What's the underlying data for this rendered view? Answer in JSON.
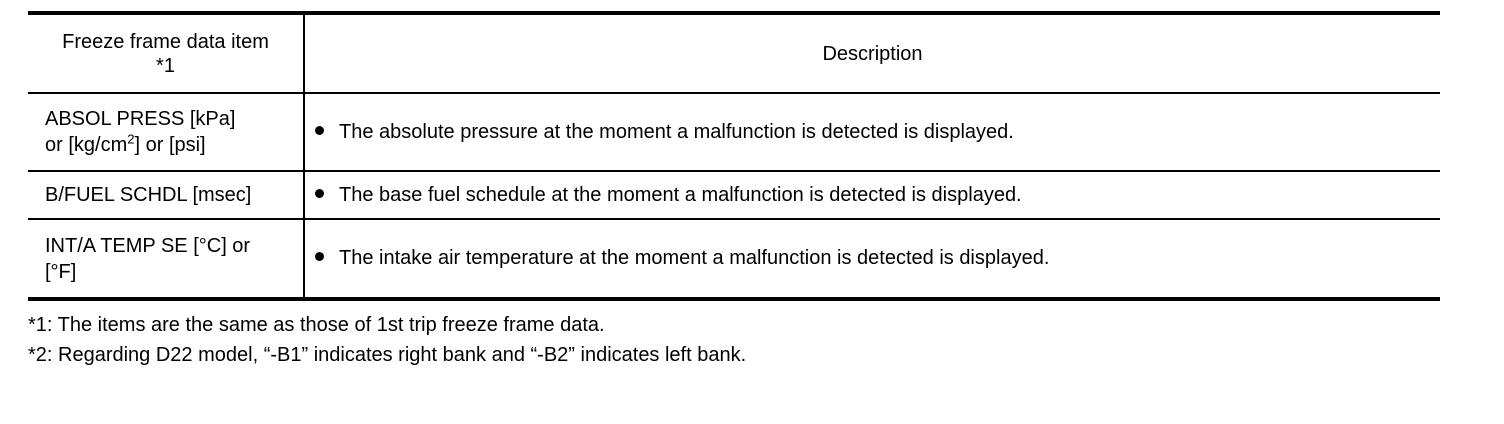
{
  "table": {
    "header": {
      "item_line1": "Freeze frame data item",
      "item_line2": "*1",
      "description": "Description"
    },
    "rows": [
      {
        "item_line1": "ABSOL PRESS [kPa]",
        "item_line2_pre": "or [kg/cm",
        "item_line2_sup": "2",
        "item_line2_post": "] or [psi]",
        "description": "The absolute pressure at the moment a malfunction is detected is displayed."
      },
      {
        "item_line1": "B/FUEL SCHDL [msec]",
        "description": "The base fuel schedule at the moment a malfunction is detected is displayed."
      },
      {
        "item_line1": "INT/A TEMP SE [°C] or",
        "item_line2": "[°F]",
        "description": "The intake air temperature at the moment a malfunction is detected is displayed."
      }
    ]
  },
  "notes": [
    "*1: The items are the same as those of 1st trip freeze frame data.",
    "*2: Regarding D22 model, “-B1” indicates right bank and “-B2” indicates left bank."
  ]
}
